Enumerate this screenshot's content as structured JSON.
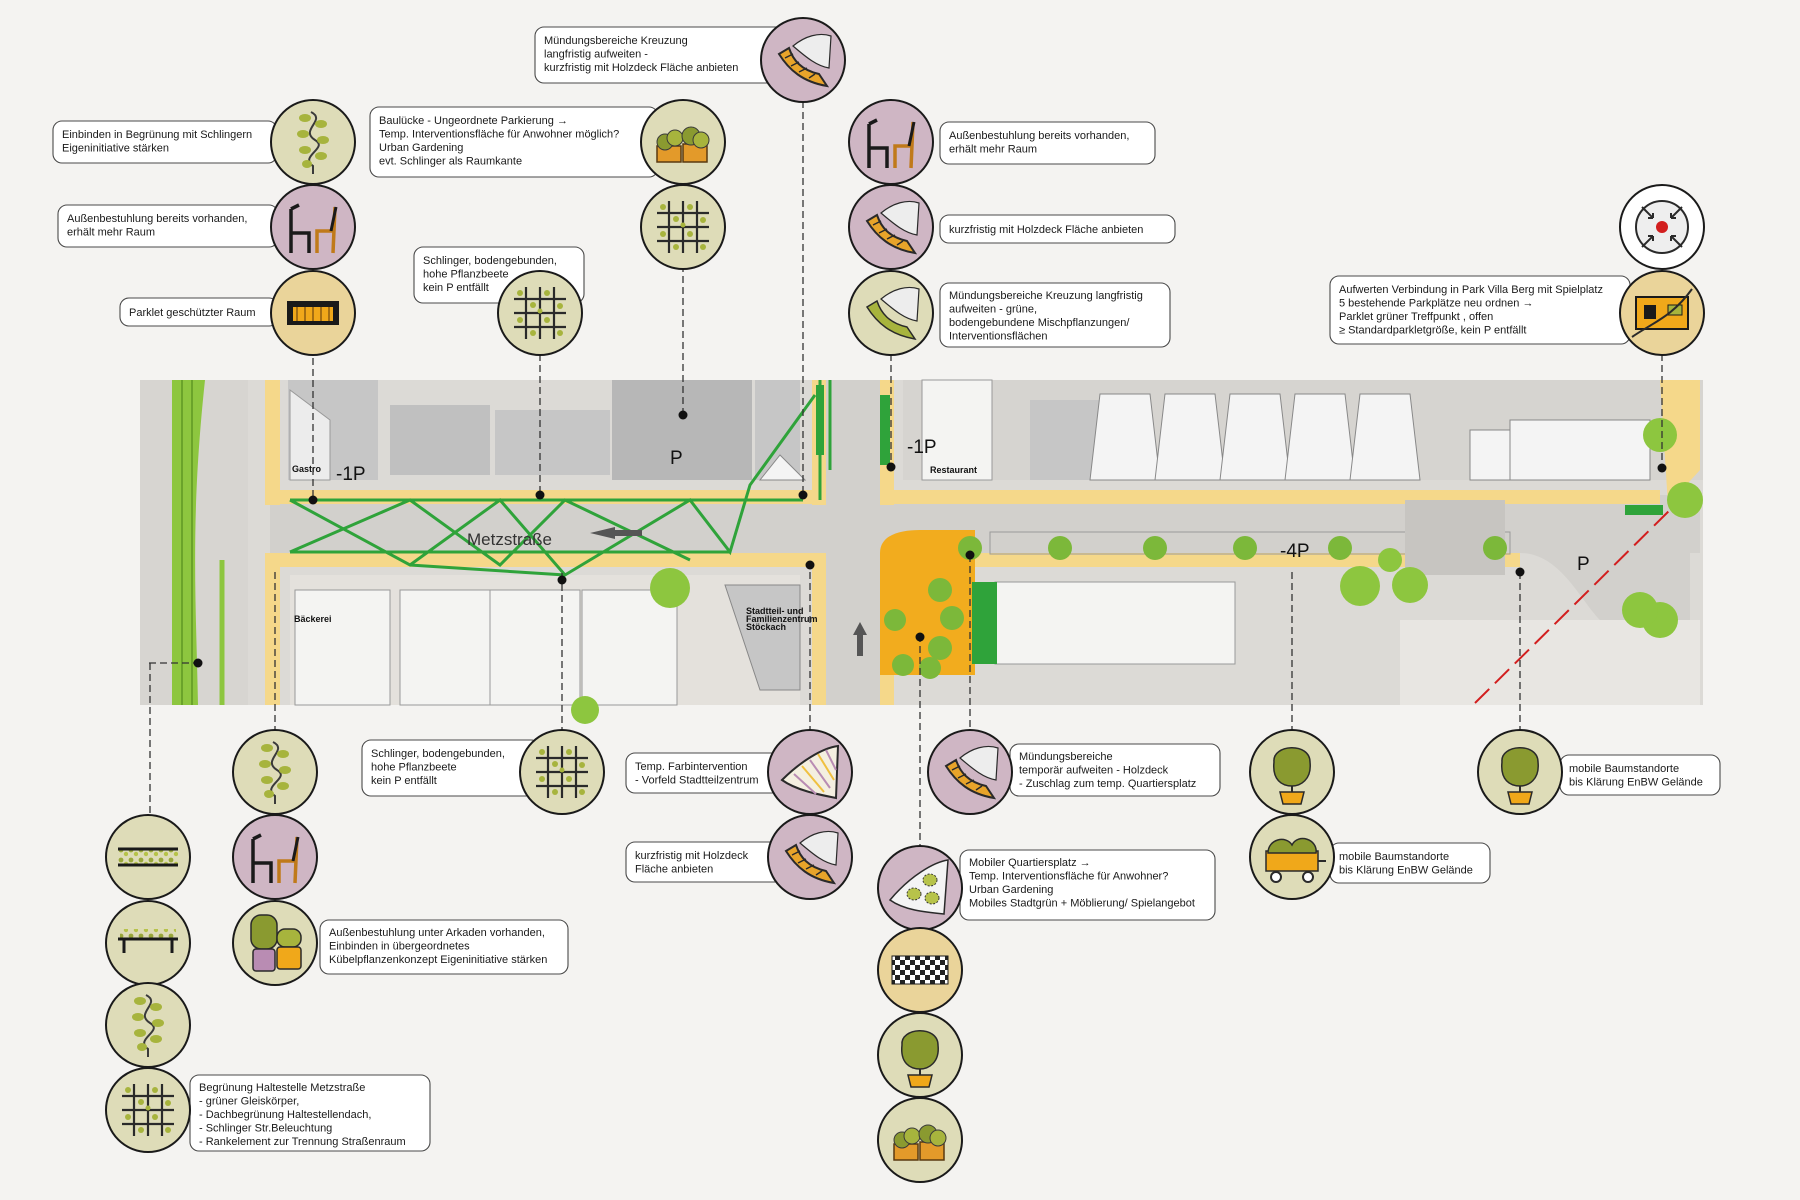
{
  "map": {
    "street_name": "Metzstraße",
    "labels": {
      "gastro": "Gastro",
      "restaurant": "Restaurant",
      "baeckerei": "Bäckerei",
      "stadtteilzentrum_line1": "Stadtteil- und",
      "stadtteilzentrum_line2": "Familienzentrum",
      "stadtteilzentrum_line3": "Stöckach",
      "parking_west": "P",
      "parking_east": "P",
      "minus_1p_west": "-1P",
      "minus_1p_east": "-1P",
      "minus_4p": "-4P"
    }
  },
  "callouts": [
    {
      "id": "c1",
      "lines": [
        "Einbinden in Begrünung mit Schlingern",
        "Eigeninitiative stärken"
      ]
    },
    {
      "id": "c2",
      "lines": [
        "Außenbestuhlung bereits vorhanden,",
        "erhält mehr Raum"
      ]
    },
    {
      "id": "c3",
      "lines": [
        "Parklet geschützter Raum"
      ]
    },
    {
      "id": "c4",
      "lines": [
        "Baulücke - Ungeordnete Parkierung →",
        "Temp. Interventionsfläche für Anwohner möglich?",
        "Urban Gardening",
        "evt. Schlinger als Raumkante"
      ]
    },
    {
      "id": "c5",
      "lines": [
        "Mündungsbereiche Kreuzung",
        "langfristig aufweiten -",
        "kurzfristig mit Holzdeck Fläche anbieten"
      ]
    },
    {
      "id": "c6",
      "lines": [
        "Schlinger, bodengebunden,",
        "hohe Pflanzbeete",
        "kein P entfällt"
      ]
    },
    {
      "id": "c7",
      "lines": [
        "Außenbestuhlung bereits vorhanden,",
        "erhält mehr Raum"
      ]
    },
    {
      "id": "c8",
      "lines": [
        "kurzfristig mit Holzdeck Fläche anbieten"
      ]
    },
    {
      "id": "c9",
      "lines": [
        "Mündungsbereiche Kreuzung langfristig",
        "aufweiten - grüne,",
        "bodengebundene Mischpflanzungen/",
        "Interventionsflächen"
      ]
    },
    {
      "id": "c10",
      "lines": [
        "Aufwerten Verbindung in Park Villa Berg mit Spielplatz",
        "5 bestehende Parkplätze neu ordnen →",
        "Parklet grüner Treffpunkt , offen",
        "≥ Standardparkletgröße, kein P entfällt"
      ]
    },
    {
      "id": "c11",
      "lines": [
        "Schlinger, bodengebunden,",
        "hohe Pflanzbeete",
        "kein P entfällt"
      ]
    },
    {
      "id": "c12",
      "lines": [
        "Temp. Farbintervention",
        "- Vorfeld Stadtteilzentrum"
      ]
    },
    {
      "id": "c13",
      "lines": [
        "kurzfristig mit Holzdeck",
        "Fläche anbieten"
      ]
    },
    {
      "id": "c14",
      "lines": [
        "Mündungsbereiche",
        "temporär aufweiten - Holzdeck",
        "- Zuschlag zum temp. Quartiersplatz"
      ]
    },
    {
      "id": "c15",
      "lines": [
        "Mobiler Quartiersplatz →",
        "Temp. Interventionsfläche für Anwohner?",
        "Urban Gardening",
        "Mobiles Stadtgrün + Möblierung/ Spielangebot"
      ]
    },
    {
      "id": "c16",
      "lines": [
        "mobile Baumstandorte",
        "bis Klärung EnBW Gelände"
      ]
    },
    {
      "id": "c17",
      "lines": [
        "mobile Baumstandorte",
        "bis Klärung EnBW Gelände"
      ]
    },
    {
      "id": "c18",
      "lines": [
        "Außenbestuhlung unter Arkaden vorhanden,",
        "Einbinden in übergeordnetes",
        "Kübelpflanzenkonzept Eigeninitiative stärken"
      ]
    },
    {
      "id": "c19",
      "lines": [
        "Begrünung Haltestelle Metzstraße",
        "- grüner Gleiskörper,",
        "- Dachbegrünung Haltestellendach,",
        "- Schlinger Str.Beleuchtung",
        "- Rankelement zur Trennung Straßenraum"
      ]
    }
  ],
  "icons": [
    {
      "id": "i1",
      "name": "climbing-plant-icon",
      "bg": "#dedcb8"
    },
    {
      "id": "i2",
      "name": "outdoor-chairs-icon",
      "bg": "#cfb6c4"
    },
    {
      "id": "i3",
      "name": "parklet-icon",
      "bg": "#ead49a"
    },
    {
      "id": "i4",
      "name": "planter-box-icon",
      "bg": "#dedcb8"
    },
    {
      "id": "i5",
      "name": "trellis-grid-icon",
      "bg": "#dedcb8"
    },
    {
      "id": "i6",
      "name": "wooden-deck-corner-icon",
      "bg": "#cfb6c4"
    },
    {
      "id": "i7",
      "name": "trellis-grid-icon",
      "bg": "#dedcb8"
    },
    {
      "id": "i8",
      "name": "outdoor-chairs-icon",
      "bg": "#cfb6c4"
    },
    {
      "id": "i9",
      "name": "wooden-deck-corner-icon",
      "bg": "#cfb6c4"
    },
    {
      "id": "i10",
      "name": "green-corner-planting-icon",
      "bg": "#dedcb8"
    },
    {
      "id": "i11",
      "name": "traffic-calming-icon",
      "bg": "#ffffff"
    },
    {
      "id": "i12",
      "name": "park-connection-icon",
      "bg": "#ead49a"
    },
    {
      "id": "i13",
      "name": "climbing-plant-icon",
      "bg": "#dedcb8"
    },
    {
      "id": "i14",
      "name": "outdoor-chairs-icon",
      "bg": "#cfb6c4"
    },
    {
      "id": "i15",
      "name": "potted-plants-icon",
      "bg": "#dedcb8"
    },
    {
      "id": "i16",
      "name": "trellis-grid-icon",
      "bg": "#dedcb8"
    },
    {
      "id": "i17",
      "name": "color-intervention-icon",
      "bg": "#cfb6c4"
    },
    {
      "id": "i18",
      "name": "wooden-deck-corner-icon",
      "bg": "#cfb6c4"
    },
    {
      "id": "i19",
      "name": "wooden-deck-corner-icon",
      "bg": "#cfb6c4"
    },
    {
      "id": "i20",
      "name": "mobile-square-icon",
      "bg": "#cfb6c4"
    },
    {
      "id": "i21",
      "name": "checkered-floor-icon",
      "bg": "#ead49a"
    },
    {
      "id": "i22",
      "name": "mobile-tree-icon",
      "bg": "#dedcb8"
    },
    {
      "id": "i23",
      "name": "planter-box-icon",
      "bg": "#dedcb8"
    },
    {
      "id": "i24",
      "name": "mobile-tree-icon",
      "bg": "#dedcb8"
    },
    {
      "id": "i25",
      "name": "planter-cart-icon",
      "bg": "#dedcb8"
    },
    {
      "id": "i26",
      "name": "mobile-tree-icon",
      "bg": "#dedcb8"
    },
    {
      "id": "i27",
      "name": "green-track-icon",
      "bg": "#dedcb8"
    },
    {
      "id": "i28",
      "name": "green-roof-icon",
      "bg": "#dedcb8"
    },
    {
      "id": "i29",
      "name": "climbing-plant-icon",
      "bg": "#dedcb8"
    },
    {
      "id": "i30",
      "name": "trellis-grid-icon",
      "bg": "#dedcb8"
    }
  ],
  "colors": {
    "background": "#f4f3f1",
    "sidewalk": "#f5d88a",
    "green_network": "#2fa33a",
    "tree": "#8dc63f",
    "square_orange": "#f2ac1e",
    "building": "#cbcbcb",
    "plant_circle": "#dedcb8",
    "seating_circle": "#cfb6c4",
    "parklet_circle": "#ead49a"
  }
}
